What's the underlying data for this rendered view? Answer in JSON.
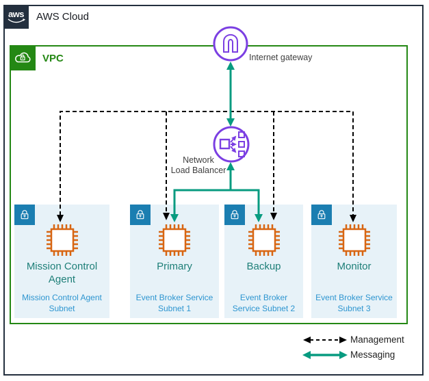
{
  "header": {
    "aws_logo_text": "aws",
    "title": "AWS Cloud"
  },
  "vpc": {
    "label": "VPC"
  },
  "internet_gateway": {
    "label": "Internet gateway"
  },
  "load_balancer": {
    "label_line1": "Network",
    "label_line2": "Load Balancer"
  },
  "subnets": [
    {
      "service": "Mission Control Agent",
      "label": "Mission Control Agent Subnet"
    },
    {
      "service": "Primary",
      "label": "Event Broker Service Subnet 1"
    },
    {
      "service": "Backup",
      "label": "Event Broker Service Subnet 2"
    },
    {
      "service": "Monitor",
      "label": "Event Broker Service Subnet 3"
    }
  ],
  "legend": [
    {
      "label": "Management",
      "line_style": "dashed",
      "color": "#000000"
    },
    {
      "label": "Messaging",
      "line_style": "solid",
      "color": "#089B80"
    }
  ],
  "colors": {
    "outer_border": "#232F3E",
    "vpc_green": "#248814",
    "subnet_fill": "#E7F2F8",
    "lock_blue": "#1B7EB1",
    "chip_orange": "#D86613",
    "gateway_purple": "#7B3FE2",
    "messaging_green": "#089B80",
    "service_text_teal": "#1E7F78",
    "subnet_text_blue": "#2D95D0"
  }
}
